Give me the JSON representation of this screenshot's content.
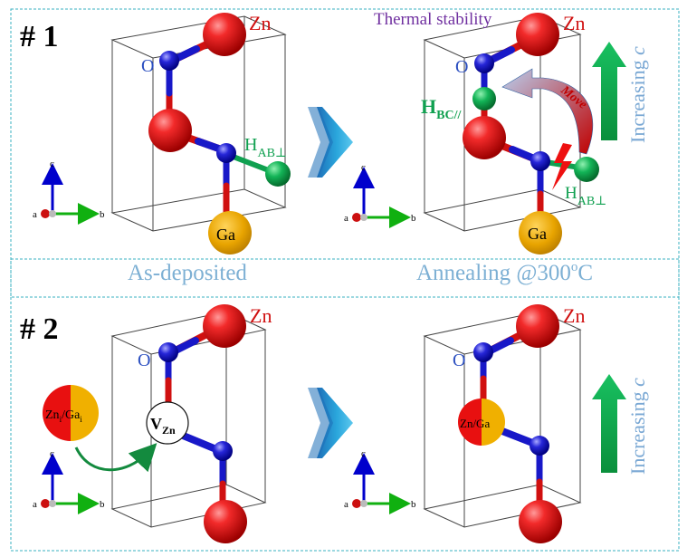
{
  "panels": {
    "p1": {
      "label": "# 1"
    },
    "p2": {
      "label": "# 2"
    }
  },
  "stages": {
    "left": "As-deposited",
    "right_prefix": "Annealing @300",
    "right_sup": "o",
    "right_suffix": "C"
  },
  "annotations": {
    "thermal_stability": "Thermal stability",
    "move": "Move",
    "increasing_c_prefix": "Increasing ",
    "increasing_c_var": "c"
  },
  "atoms": {
    "zn": "Zn",
    "o": "O",
    "ga": "Ga",
    "h_ab": "H",
    "h_ab_sub": "AB⊥",
    "h_bc": "H",
    "h_bc_sub": "BC//",
    "v": "V",
    "v_sub": "Zn",
    "zn_i_a": "Zn",
    "zn_i_a_sub": "i",
    "zn_i_sep": "/",
    "zn_i_b": "Ga",
    "zn_i_b_sub": "i",
    "zn_ga": "Zn/Ga"
  },
  "axes": {
    "a": "a",
    "b": "b",
    "c": "c"
  },
  "colors": {
    "zn": "#e01010",
    "o": "#1a1ad0",
    "ga": "#e8a800",
    "h": "#0faa4a",
    "frame": "#33b0c0",
    "arrow": "#2aa0d8",
    "increase": "#0faa4a",
    "move": "#c00000",
    "thermal": "#7030a0"
  }
}
